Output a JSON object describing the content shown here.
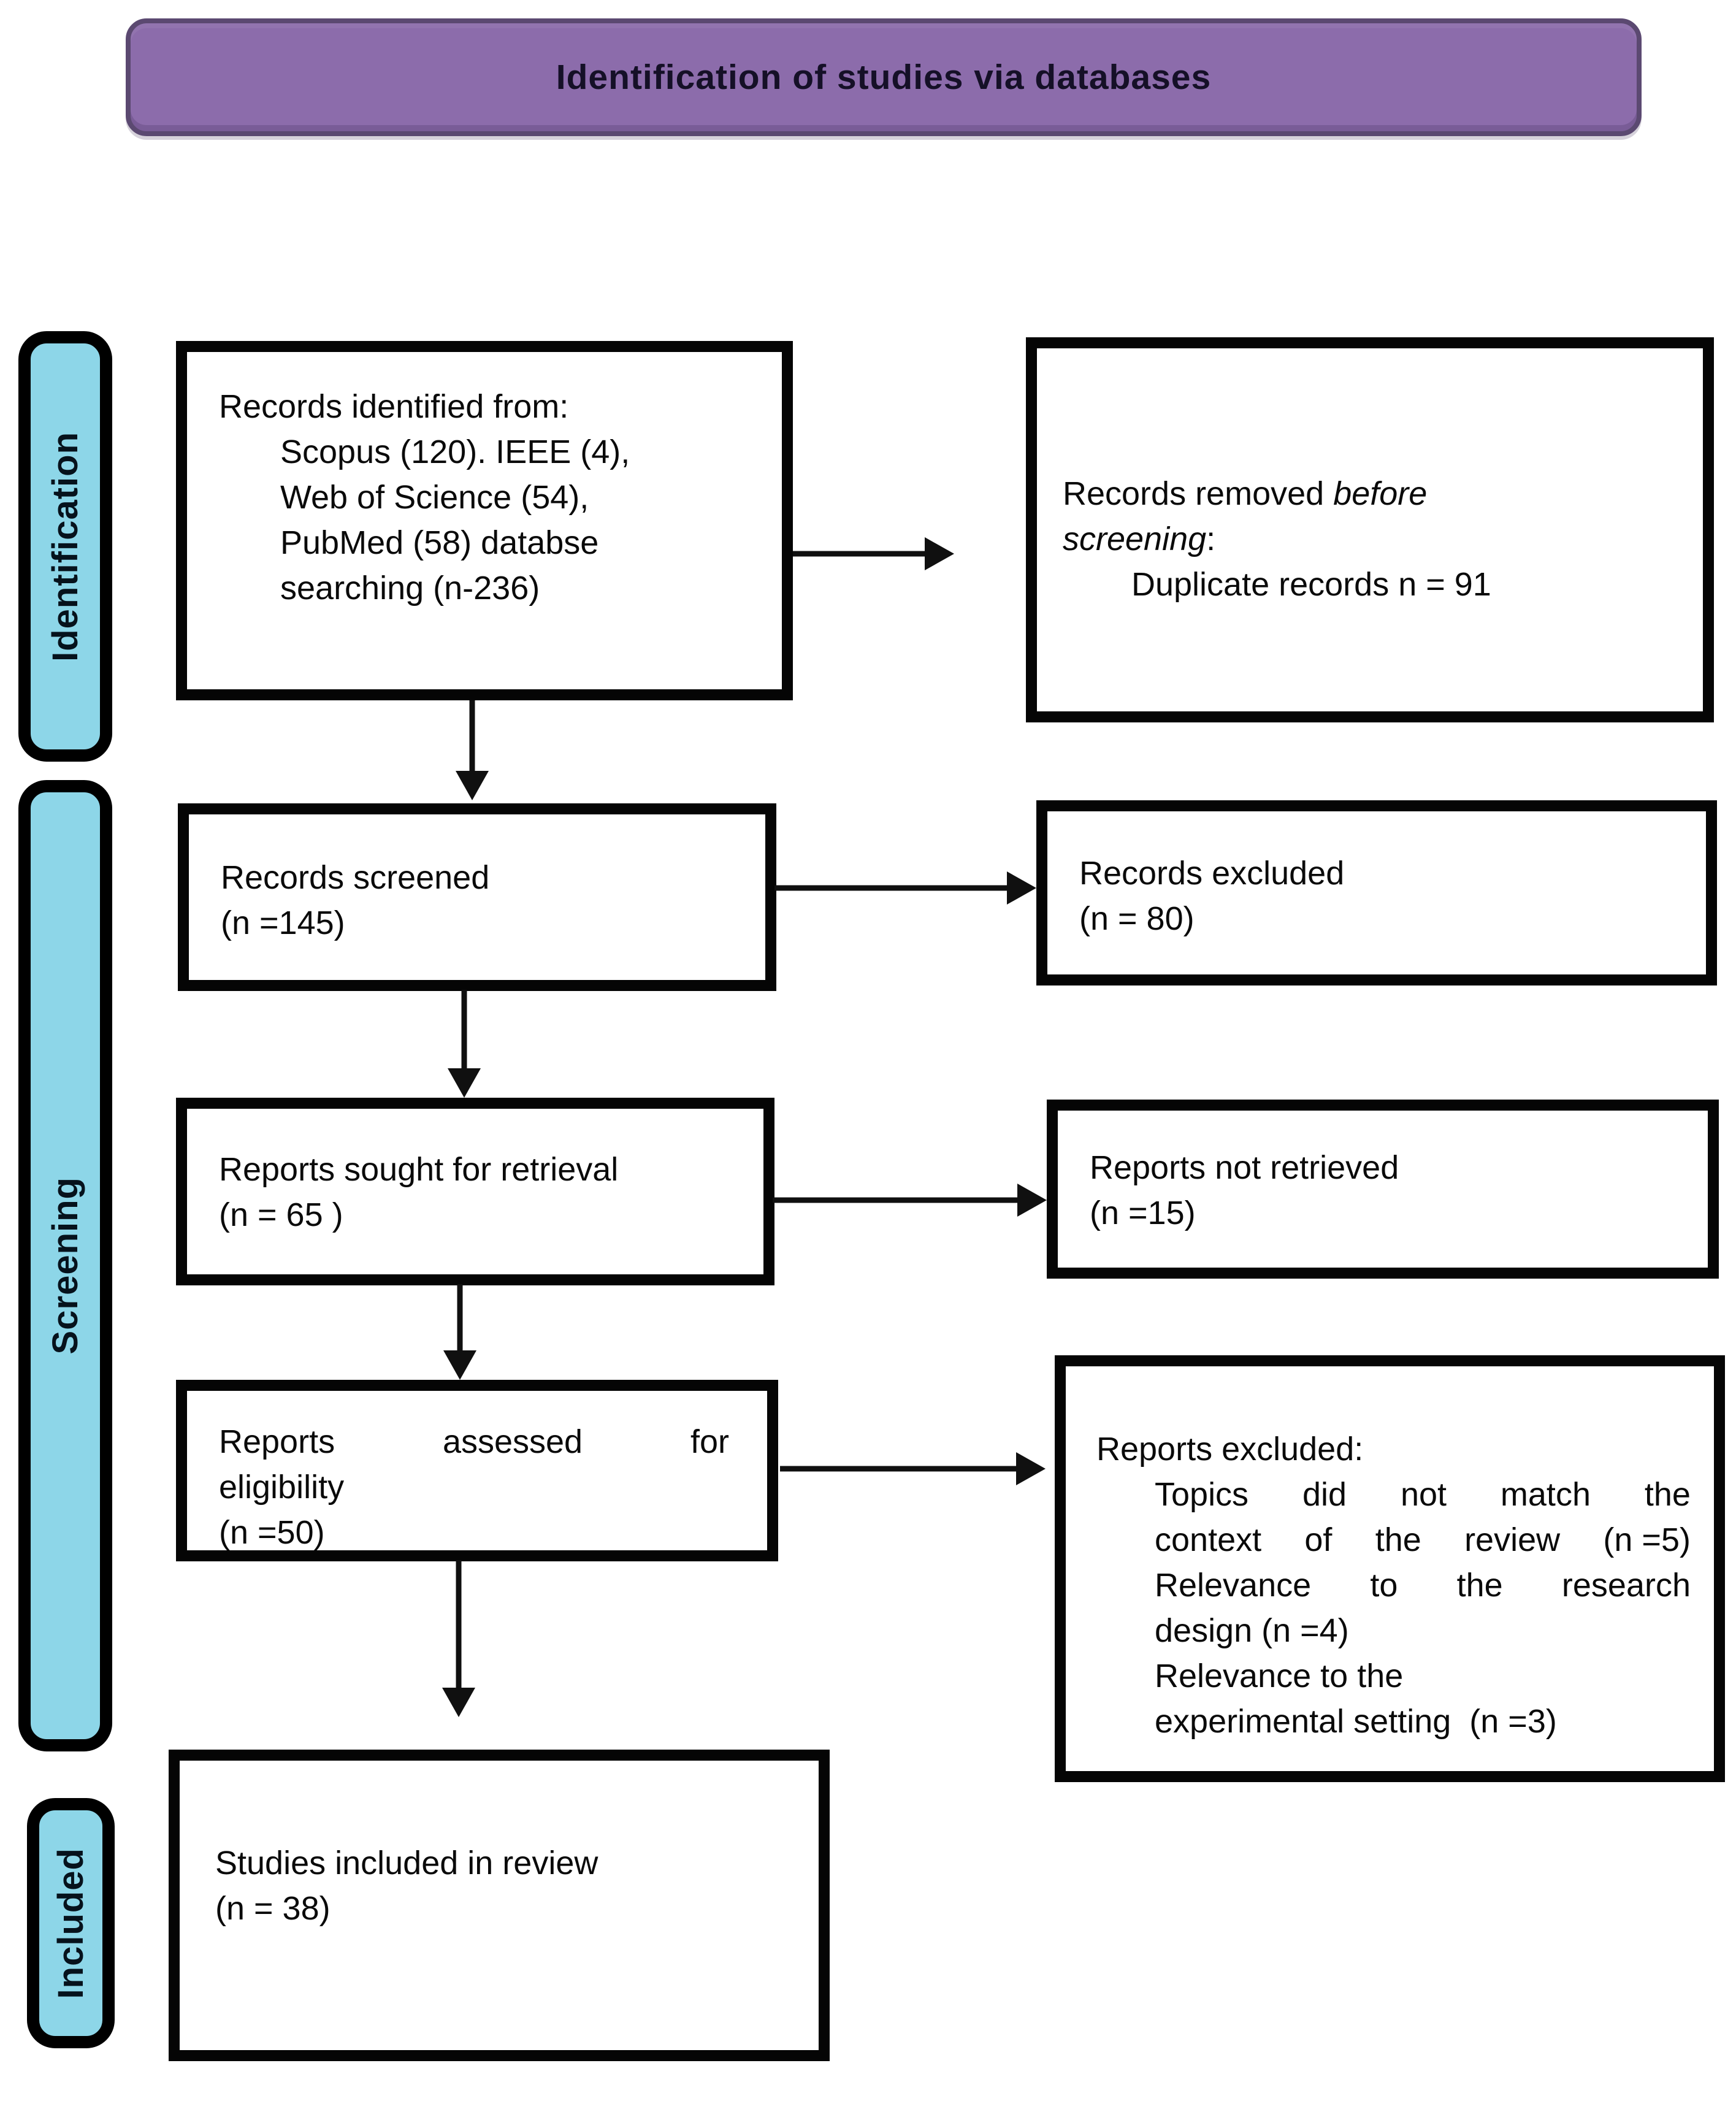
{
  "header": {
    "title": "Identification of studies via databases"
  },
  "sidebar": {
    "identification": "Identification",
    "screening": "Screening",
    "included": "Included"
  },
  "boxes": {
    "records_identified": {
      "intro": "Records identified from:",
      "sources": [
        "Scopus (120). IEEE (4),",
        "Web of Science (54),",
        "PubMed (58) databse",
        "searching (n-236)"
      ]
    },
    "records_removed": {
      "line1_plain": "Records removed ",
      "line1_italic": "before",
      "line2_italic": "screening",
      "line2_plain": ":",
      "detail": "Duplicate records n = 91"
    },
    "records_screened": {
      "line1": "Records screened",
      "line2": "(n =145)"
    },
    "records_excluded": {
      "line1": "Records excluded",
      "line2": "(n = 80)"
    },
    "reports_sought": {
      "line1": "Reports sought for retrieval",
      "line2": "(n = 65 )"
    },
    "reports_not_retrieved": {
      "line1": "Reports not retrieved",
      "line2": "(n =15)"
    },
    "reports_assessed": {
      "line1_words": [
        "Reports",
        "assessed",
        "for"
      ],
      "line2": "eligibility",
      "line3": "(n =50)"
    },
    "reports_excluded": {
      "title": "Reports excluded:",
      "reason1a_words": [
        "Topics",
        "did",
        "not",
        "match",
        "the"
      ],
      "reason1b_words": [
        "context",
        "of",
        "the",
        "review",
        "(n =5)"
      ],
      "reason2a_words": [
        "Relevance",
        "to",
        "the",
        "research"
      ],
      "reason2b": "design (n =4)",
      "reason3a": "Relevance to the",
      "reason3b": "experimental setting  (n =3)"
    },
    "studies_included": {
      "line1": "Studies included in review",
      "line2": "(n = 38)"
    }
  },
  "colors": {
    "header_fill": "#8c6cab",
    "header_border": "#5b4971",
    "sidebar_fill": "#8dd6e8",
    "box_border": "#050505",
    "arrow": "#101010"
  }
}
